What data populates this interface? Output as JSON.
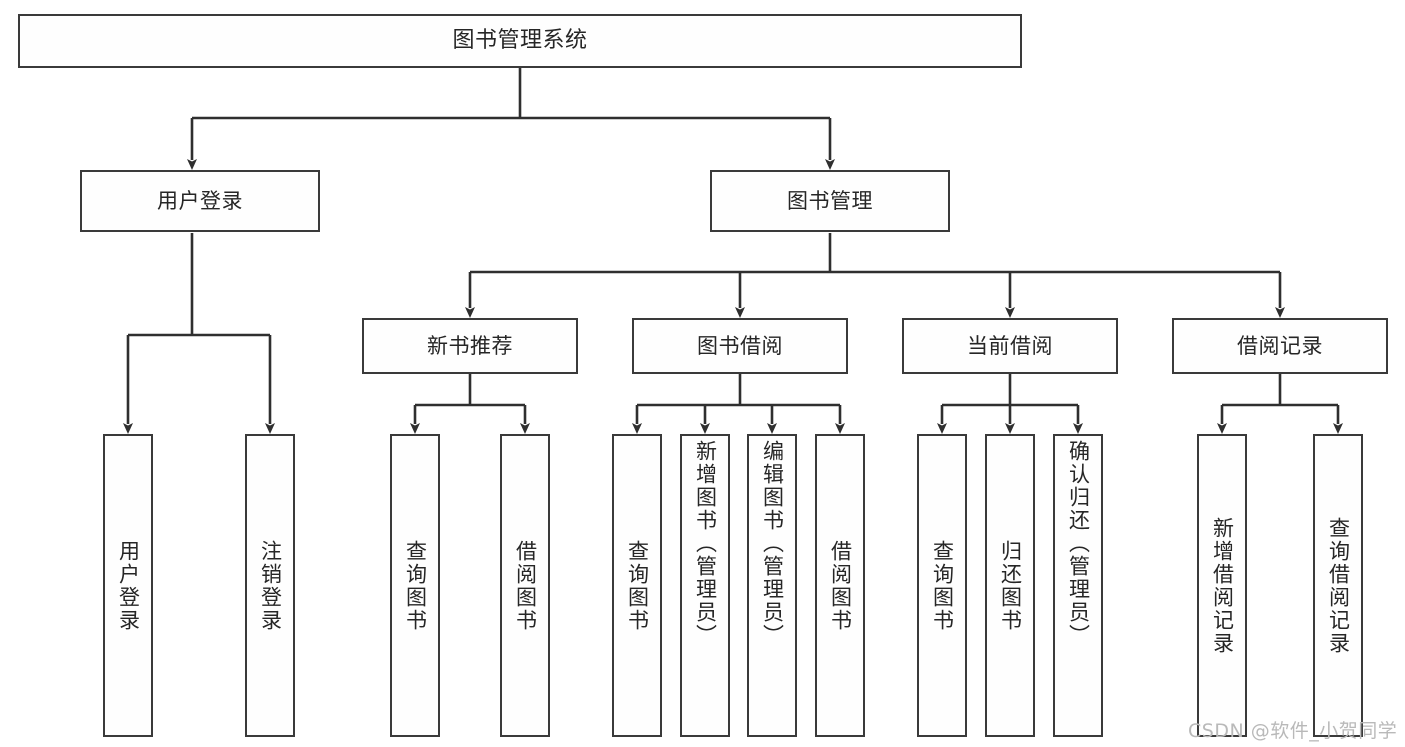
{
  "diagram": {
    "title": "图书管理系统",
    "type": "tree-hierarchy-chart",
    "root": {
      "label": "图书管理系统"
    },
    "level2": [
      {
        "label": "用户登录"
      },
      {
        "label": "图书管理"
      }
    ],
    "level3": [
      {
        "label": "新书推荐"
      },
      {
        "label": "图书借阅"
      },
      {
        "label": "当前借阅"
      },
      {
        "label": "借阅记录"
      }
    ],
    "leaves": {
      "user_login": [
        {
          "label": "用户登录"
        },
        {
          "label": "注销登录"
        }
      ],
      "new_book_recommend": [
        {
          "label": "查询图书"
        },
        {
          "label": "借阅图书"
        }
      ],
      "book_borrow": [
        {
          "label": "查询图书"
        },
        {
          "label": "新增图书（管理员）"
        },
        {
          "label": "编辑图书（管理员）"
        },
        {
          "label": "借阅图书"
        }
      ],
      "current_borrow": [
        {
          "label": "查询图书"
        },
        {
          "label": "归还图书"
        },
        {
          "label": "确认归还（管理员）"
        }
      ],
      "borrow_record": [
        {
          "label": "新增借阅记录"
        },
        {
          "label": "查询借阅记录"
        }
      ]
    }
  },
  "watermark": {
    "text": "CSDN @软件_小贺同学"
  },
  "colors": {
    "stroke": "#3a3a3a",
    "text": "#262626",
    "background": "#ffffff",
    "watermark": "#b9b9b9"
  }
}
